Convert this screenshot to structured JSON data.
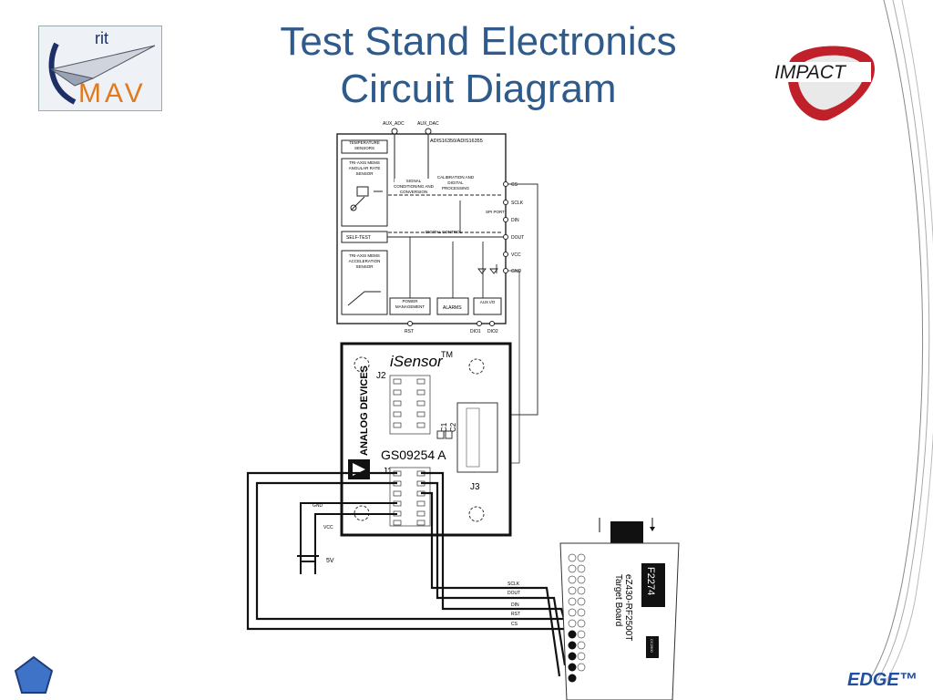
{
  "slide": {
    "title_line1": "Test Stand Electronics",
    "title_line2": "Circuit Diagram",
    "footer_brand": "EDGE™"
  },
  "logos": {
    "rit_top": "rit",
    "rit_bottom": "MAV",
    "impact": "IMPACT"
  },
  "colors": {
    "title": "#2e5a8c",
    "rit_navy": "#1d2f66",
    "rit_orange": "#e07a1f",
    "impact_red": "#c0202a",
    "edge_blue": "#1f4fa0",
    "nav_fill": "#3f73c8"
  },
  "chip": {
    "top_pins": [
      "AUX_ADC",
      "AUX_DAC"
    ],
    "part_number": "ADIS16350/ADIS16355",
    "block_sensors": "TEMPERATURE SENSORS",
    "block_gyro": "TRI-AXIS MEMS ANGULAR RATE SENSOR",
    "block_signal": "SIGNAL CONDITIONING AND CONVERSION",
    "block_calib": "CALIBRATION AND DIGITAL PROCESSING",
    "block_selftest": "SELF-TEST",
    "block_digital": "DIGITAL CONTROL",
    "block_accel": "TRI-AXIS MEMS ACCELERATION SENSOR",
    "block_power": "POWER MANAGEMENT",
    "block_alarms": "ALARMS",
    "block_aux": "AUX I/O",
    "spi_label": "SPI PORT",
    "right_pins": [
      "CS",
      "SCLK",
      "DIN",
      "DOUT",
      "VCC",
      "GND"
    ],
    "bottom_pins": [
      "RST",
      "DIO1",
      "DIO2"
    ]
  },
  "isensor": {
    "title": "iSensor",
    "tm": "TM",
    "brand": "ANALOG DEVICES",
    "part": "GS09254 A",
    "j1": "J1",
    "j2": "J2",
    "j3": "J3",
    "c1": "C1",
    "c2": "C2"
  },
  "power": {
    "gnd": "GND",
    "vcc": "VCC",
    "supply": "5V"
  },
  "wires": [
    "SCLK",
    "DOUT",
    "DIN",
    "RST",
    "CS"
  ],
  "target_board": {
    "chip": "F2274",
    "name_line1": "eZ430-RF2500T",
    "name_line2": "Target Board",
    "small_chip": "CC2500"
  }
}
